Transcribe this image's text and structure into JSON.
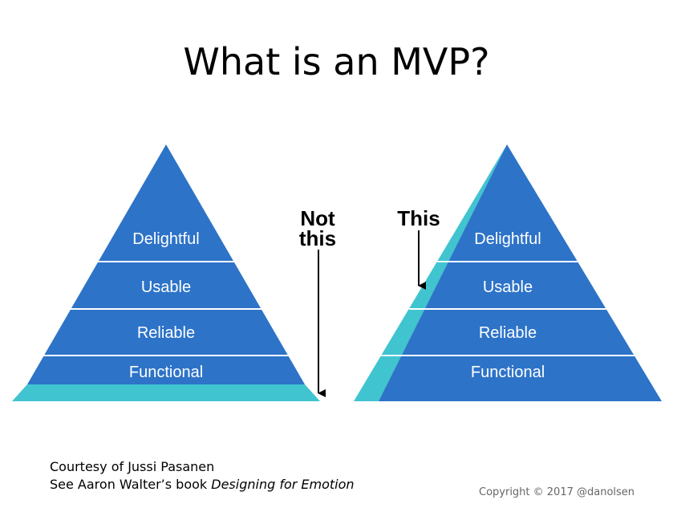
{
  "title": "What is an MVP?",
  "colors": {
    "layer_blue": "#2d73c8",
    "base_teal": "#40c4d0",
    "separator": "#ffffff",
    "arrow": "#000000"
  },
  "left_pyramid": {
    "layers": [
      "Delightful",
      "Usable",
      "Reliable",
      "Functional"
    ],
    "callout": [
      "Not",
      "this"
    ]
  },
  "right_pyramid": {
    "layers": [
      "Delightful",
      "Usable",
      "Reliable",
      "Functional"
    ],
    "callout": [
      "This"
    ]
  },
  "credit": {
    "line1": "Courtesy of Jussi Pasanen",
    "line2_prefix": "See Aaron Walter’s book ",
    "line2_title": "Designing for Emotion"
  },
  "copyright": "Copyright © 2017 @danolsen"
}
